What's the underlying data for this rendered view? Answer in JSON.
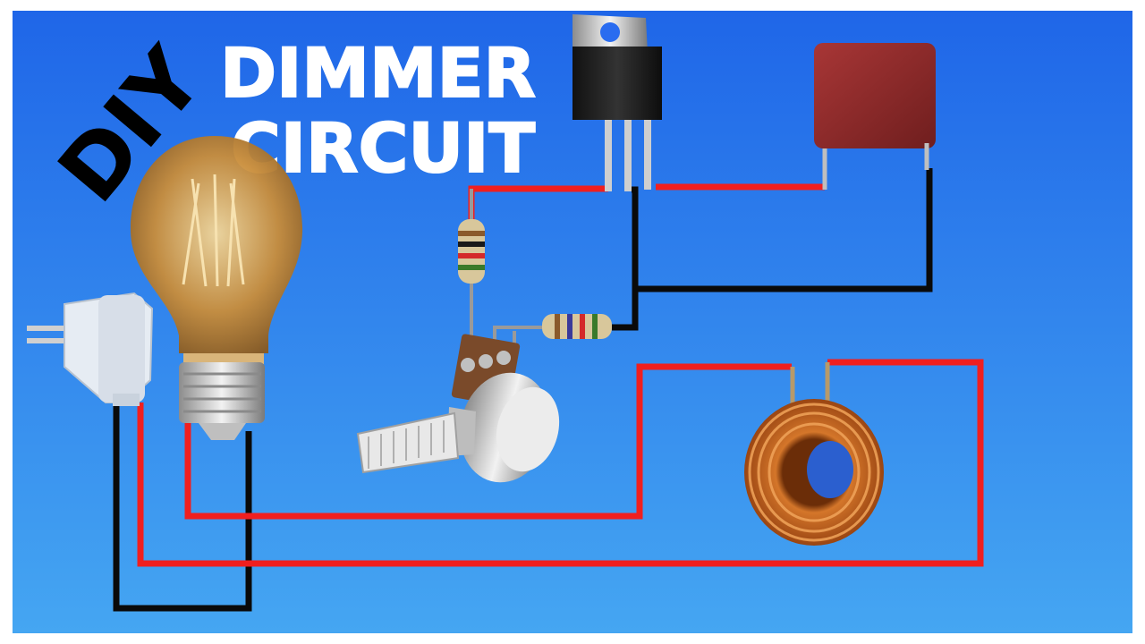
{
  "title": {
    "prefix": "DIY",
    "line1": "DIMMER",
    "line2": "CIRCUIT"
  },
  "colors": {
    "bg_top": "#1f66e8",
    "bg_bottom": "#3f9cf0",
    "wire_red": "#f01f1f",
    "wire_black": "#0a0a0a",
    "title_white": "#ffffff",
    "title_black": "#000000",
    "capacitor": "#8b2a2a",
    "coil_copper": "#c8641e"
  },
  "components": {
    "bulb": "light-bulb",
    "plug": "power-plug",
    "triac": "triac-to220",
    "capacitor": "film-capacitor",
    "resistor_1": "resistor",
    "resistor_2": "resistor",
    "potentiometer": "potentiometer",
    "inductor": "toroid-inductor"
  }
}
